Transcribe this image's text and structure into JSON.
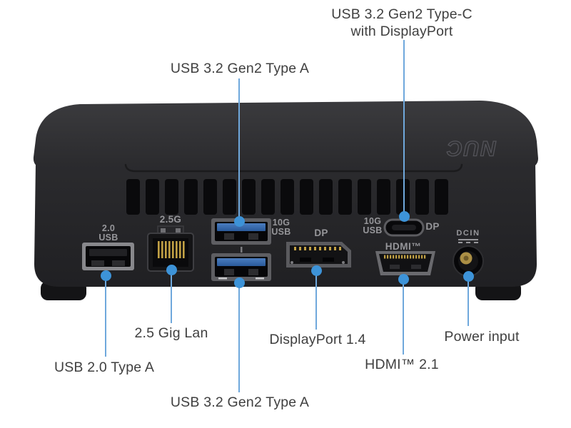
{
  "theme": {
    "background": "#ffffff",
    "callout_line": "#6FA8DC",
    "callout_dot": "#3D93D8",
    "label_text": "#3F3F3F",
    "device_label_text": "#96969A"
  },
  "device": {
    "logo_text": "NUC"
  },
  "port_labels": {
    "usb2": {
      "line1": "2.0",
      "line2": "USB"
    },
    "lan": "2.5G",
    "usb3_top": {
      "line1": "10G",
      "line2": "USB"
    },
    "dp": "DP",
    "usbc_left": {
      "line1": "10G",
      "line2": "USB"
    },
    "usbc_right": "DP",
    "hdmi": "HDMI™",
    "dcin": "DCIN"
  },
  "callouts": {
    "usb_c": {
      "line1": "USB 3.2 Gen2 Type-C",
      "line2": "with DisplayPort"
    },
    "usb_a_top": "USB 3.2 Gen2 Type A",
    "usb_a_bottom": "USB 3.2 Gen2 Type A",
    "usb2": "USB 2.0 Type A",
    "lan": "2.5 Gig Lan",
    "displayport": "DisplayPort 1.4",
    "hdmi": "HDMI™ 2.1",
    "power": "Power input"
  }
}
